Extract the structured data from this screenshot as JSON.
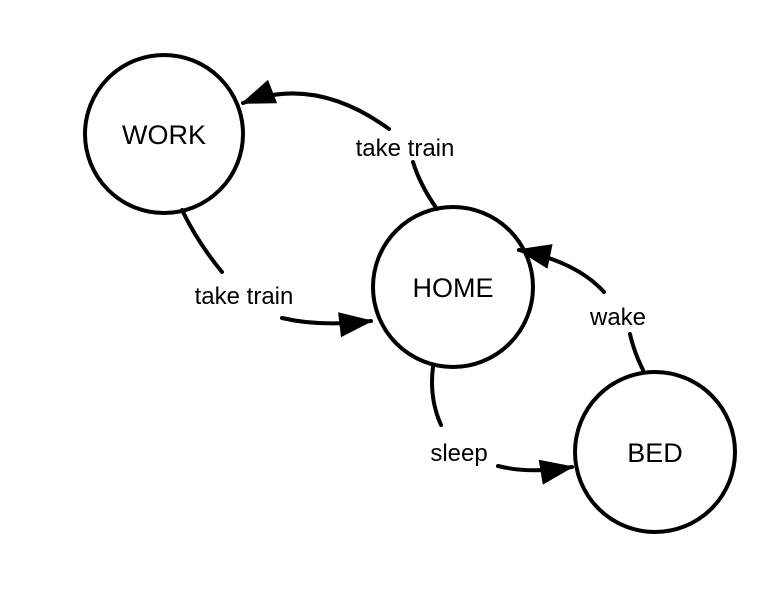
{
  "diagram": {
    "type": "state-diagram",
    "background_color": "#ffffff",
    "stroke_color": "#000000",
    "text_color": "#000000",
    "nodes": [
      {
        "id": "work",
        "label": "WORK"
      },
      {
        "id": "home",
        "label": "HOME"
      },
      {
        "id": "bed",
        "label": "BED"
      }
    ],
    "edges": [
      {
        "from": "home",
        "to": "work",
        "label": "take train"
      },
      {
        "from": "work",
        "to": "home",
        "label": "take train"
      },
      {
        "from": "home",
        "to": "bed",
        "label": "sleep"
      },
      {
        "from": "bed",
        "to": "home",
        "label": "wake"
      }
    ]
  }
}
